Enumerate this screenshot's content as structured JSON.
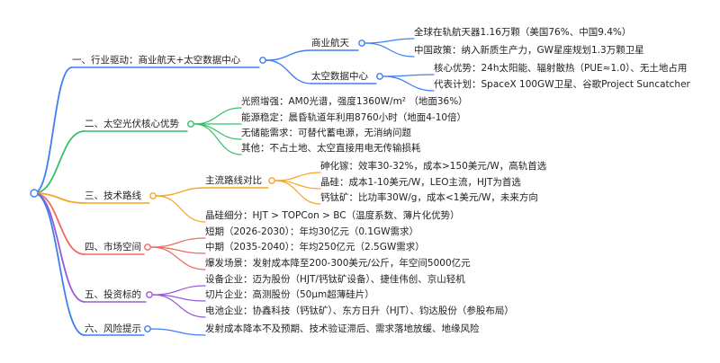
{
  "colors": {
    "blue": "#3f7ef2",
    "green": "#35c06b",
    "orange": "#f5a623",
    "red": "#ec6a5e",
    "purple": "#9a5ad8",
    "root_fill": "#ffffff",
    "text": "#222222"
  },
  "mindmap": {
    "branches": [
      {
        "label": "一、行业驱动：商业航天+太空数据中心",
        "color": "blue",
        "children": [
          {
            "label": "商业航天",
            "children": [
              {
                "label": "全球在轨航天器1.16万颗（美国76%、中国9.4%）"
              },
              {
                "label": "中国政策：纳入新质生产力，GW星座规划1.3万颗卫星"
              }
            ]
          },
          {
            "label": "太空数据中心",
            "children": [
              {
                "label": "核心优势：24h太阳能、辐射散热（PUE≈1.0）、无土地占用"
              },
              {
                "label": "代表计划：SpaceX 100GW卫星、谷歌Project Suncatcher"
              }
            ]
          }
        ]
      },
      {
        "label": "二、太空光伏核心优势",
        "color": "green",
        "children": [
          {
            "label": "光照增强：AM0光谱，强度1360W/m² （地面36%）"
          },
          {
            "label": "能源稳定：晨昏轨道年利用8760小时（地面4-10倍）"
          },
          {
            "label": "无储能需求：可替代蓄电源，无消纳问题"
          },
          {
            "label": "其他：不占土地、太空直接用电无传输损耗"
          }
        ]
      },
      {
        "label": "三、技术路线",
        "color": "orange",
        "children": [
          {
            "label": "主流路线对比",
            "children": [
              {
                "label": "砷化镓：效率30-32%，成本>150美元/W，高轨首选"
              },
              {
                "label": "晶硅：成本1-10美元/W，LEO主流，HJT为首选"
              },
              {
                "label": "钙钛矿：比功率30W/g，成本<1美元/W，未来方向"
              }
            ]
          },
          {
            "label": "晶硅细分：HJT > TOPCon > BC（温度系数、薄片化优势）"
          }
        ]
      },
      {
        "label": "四、市场空间",
        "color": "red",
        "children": [
          {
            "label": "短期（2026-2030）：年均30亿元（0.1GW需求）"
          },
          {
            "label": "中期（2035-2040）：年均250亿元（2.5GW需求）"
          },
          {
            "label": "爆发场景：发射成本降至200-300美元/公斤，年空间5000亿元"
          }
        ]
      },
      {
        "label": "五、投资标的",
        "color": "purple",
        "children": [
          {
            "label": "设备企业：迈为股份（HJT/钙钛矿设备）、捷佳伟创、京山轻机"
          },
          {
            "label": "切片企业：高测股份（50μm超薄硅片）"
          },
          {
            "label": "电池企业：协鑫科技（钙钛矿）、东方日升（HJT）、钧达股份（参股布局）"
          }
        ]
      },
      {
        "label": "六、风险提示",
        "color": "blue",
        "children": [
          {
            "label": "发射成本降本不及预期、技术验证滞后、需求落地放缓、地缘风险"
          }
        ]
      }
    ]
  }
}
